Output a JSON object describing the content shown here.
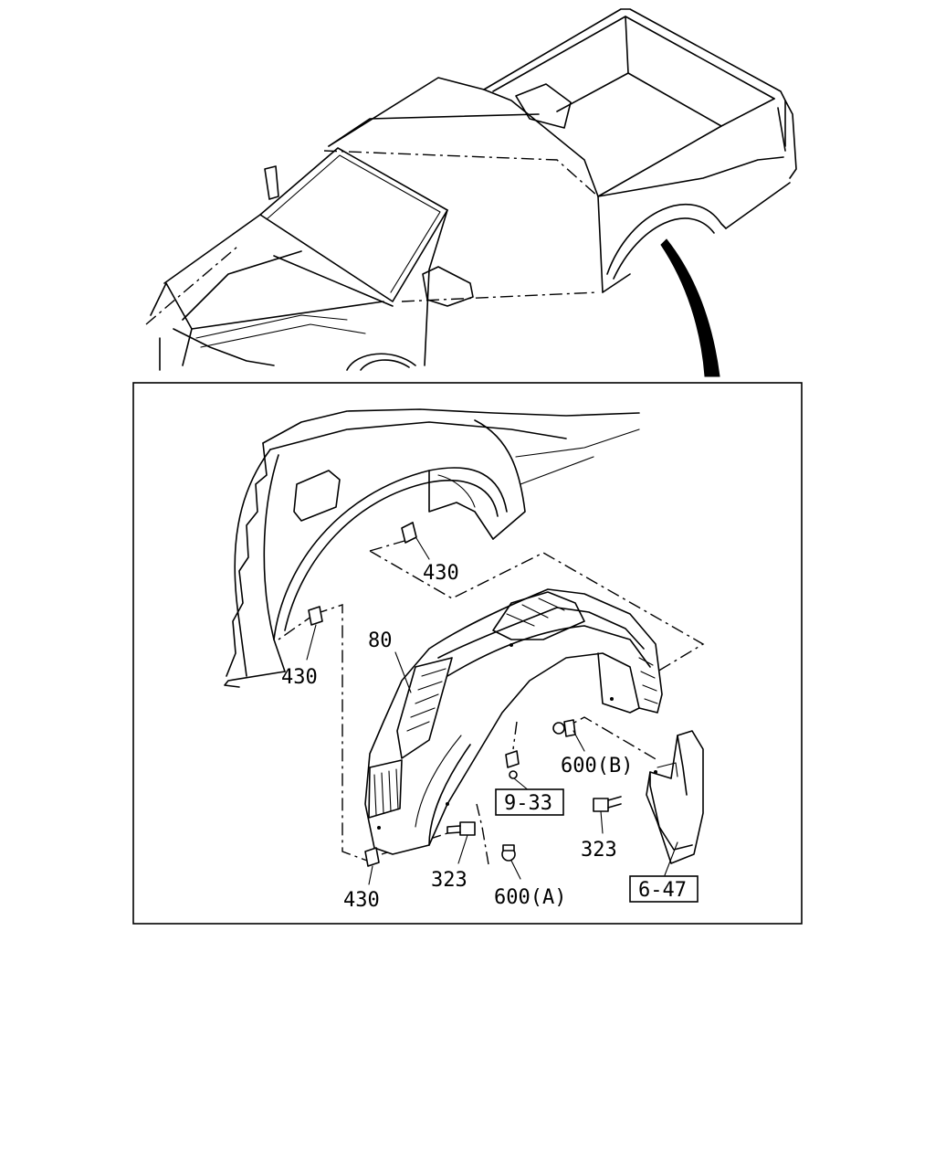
{
  "labels": {
    "part_430_top": "430",
    "part_430_left": "430",
    "part_430_bottom": "430",
    "part_80": "80",
    "part_600b": "600(B)",
    "part_323_right": "323",
    "part_323_bottom": "323",
    "part_600a": "600(A)",
    "ref_9_33": "9-33",
    "ref_6_47": "6-47"
  }
}
